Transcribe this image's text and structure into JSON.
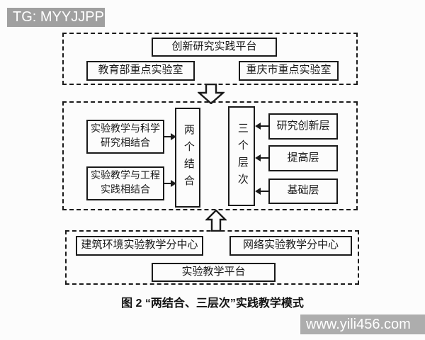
{
  "watermarks": {
    "top_left": "TG: MYYJJPP",
    "bottom_right": "www.yili456.com"
  },
  "caption": "图 2  “两结合、三层次”实践教学模式",
  "top_platform": {
    "title": "创新研究实践平台",
    "left_box": "教育部重点实验室",
    "right_box": "重庆市重点实验室"
  },
  "middle": {
    "left_items": [
      "实验教学与科学研究相结合",
      "实验教学与工程实践相结合"
    ],
    "left_vertical": "两个结合",
    "right_vertical": "三个层次",
    "right_items": [
      "研究创新层",
      "提高层",
      "基础层"
    ]
  },
  "bottom_platform": {
    "left_box": "建筑环境实验教学分中心",
    "right_box": "网络实验教学分中心",
    "title": "实验教学平台"
  },
  "colors": {
    "line": "#1a1a1a",
    "background": "#fcfcfc",
    "watermark_bg": "#a0a0a0",
    "watermark_text": "#ffffff"
  }
}
